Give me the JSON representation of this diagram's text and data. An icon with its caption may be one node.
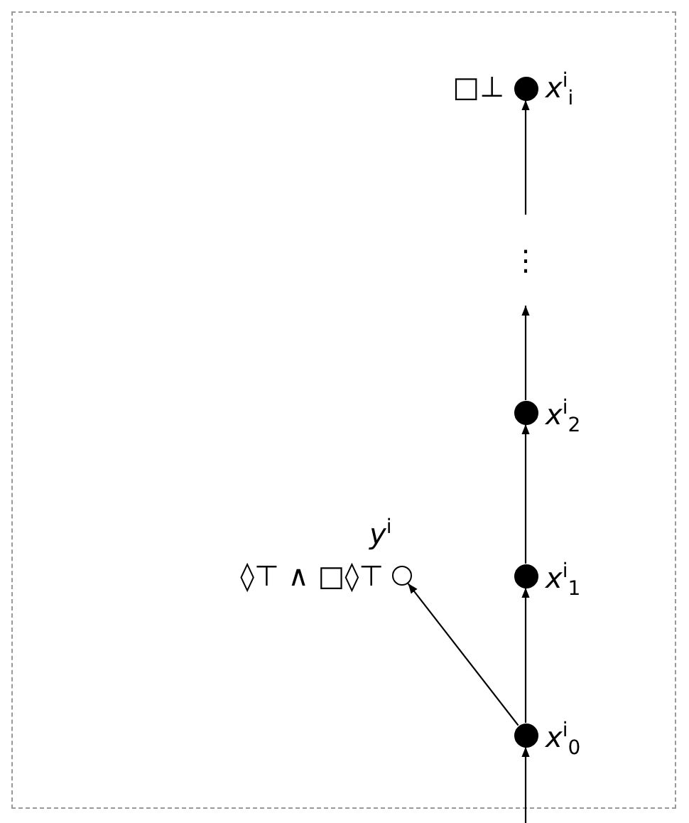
{
  "diagram": {
    "nodes": [
      {
        "text": [],
        "shape": "circle",
        "beside": [
          "□⊥",
          "x$^{i}$$_{i}$"
        ]
      },
      {
        "text": [
          "⋮"
        ]
      },
      {
        "text": [],
        "shape": "circle",
        "beside": [
          "x$^{i}$$_{2}$"
        ]
      },
      {
        "text": [],
        "shape": "circle",
        "beside": [
          "y$^{i}$",
          "◊⊤ ∧ □◊⊤"
        ]
      },
      {
        "text": [],
        "shape": "circle",
        "beside": [
          "x$^{i}$$_{1}$"
        ]
      },
      {
        "text": [],
        "shape": "circle",
        "beside": [
          "x$^{i}$$_{0}$"
        ]
      }
    ],
    "edges": [
      {
        "from": null,
        "to": 5,
        "arrow": "to"
      },
      {
        "from": 5,
        "to": 4,
        "arrow": "to"
      },
      {
        "from": 4,
        "to": 2,
        "arrow": "to"
      },
      {
        "from": 2,
        "to": 1,
        "arrow": "to"
      },
      {
        "from": 1,
        "to": 0,
        "arrow": "to"
      },
      {
        "from": 5,
        "to": 3,
        "arrow": "to"
      }
    ]
  }
}
